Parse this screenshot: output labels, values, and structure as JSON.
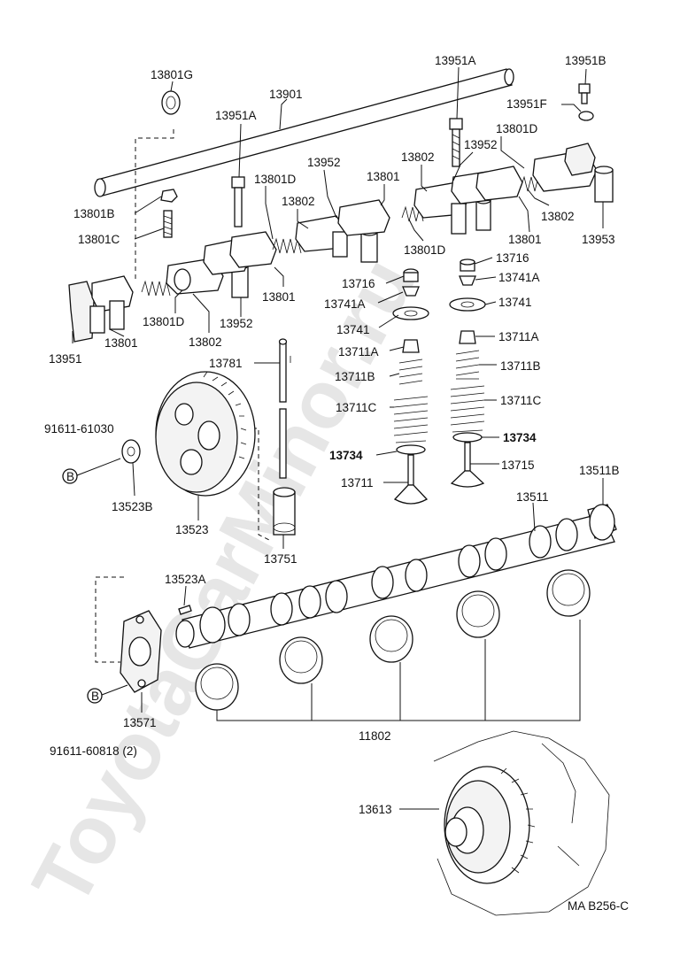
{
  "watermark": "ToyotaCarMinor.ru",
  "diagram_code": "MA B256-C",
  "labels": {
    "p13801G": "13801G",
    "p13901": "13901",
    "p13951A_top": "13951A",
    "p13951B": "13951B",
    "p13951F": "13951F",
    "p13951A_mid": "13951A",
    "p13801D_top": "13801D",
    "p13952_right": "13952",
    "p13952_mid": "13952",
    "p13802_top": "13802",
    "p13801_top": "13801",
    "p13801D_a": "13801D",
    "p13802_a": "13802",
    "p13801B": "13801B",
    "p13801C": "13801C",
    "p13802_b": "13802",
    "p13801D_b": "13801D",
    "p13801_right": "13801",
    "p13953": "13953",
    "p13716_r": "13716",
    "p13716_l": "13716",
    "p13741A_r": "13741A",
    "p13741A_l": "13741A",
    "p13801_mid": "13801",
    "p13741_r": "13741",
    "p13801D_c": "13801D",
    "p13952_low": "13952",
    "p13741_l": "13741",
    "p13951": "13951",
    "p13801_low": "13801",
    "p13802_low": "13802",
    "p13711A_r": "13711A",
    "p13711A_l": "13711A",
    "p13781": "13781",
    "p13711B_r": "13711B",
    "p13711B_l": "13711B",
    "p13711C_r": "13711C",
    "p13711C_l": "13711C",
    "p91611_61030": "91611-61030",
    "p13734_r": "13734",
    "p13734_l": "13734",
    "p13715": "13715",
    "p13511B": "13511B",
    "p13711": "13711",
    "p13523B": "13523B",
    "p13523": "13523",
    "p13511": "13511",
    "p13751": "13751",
    "p13523A": "13523A",
    "p13571": "13571",
    "p91611_60818": "91611-60818 (2)",
    "p11802": "11802",
    "p13613": "13613",
    "b_top": "B",
    "b_low": "B"
  }
}
